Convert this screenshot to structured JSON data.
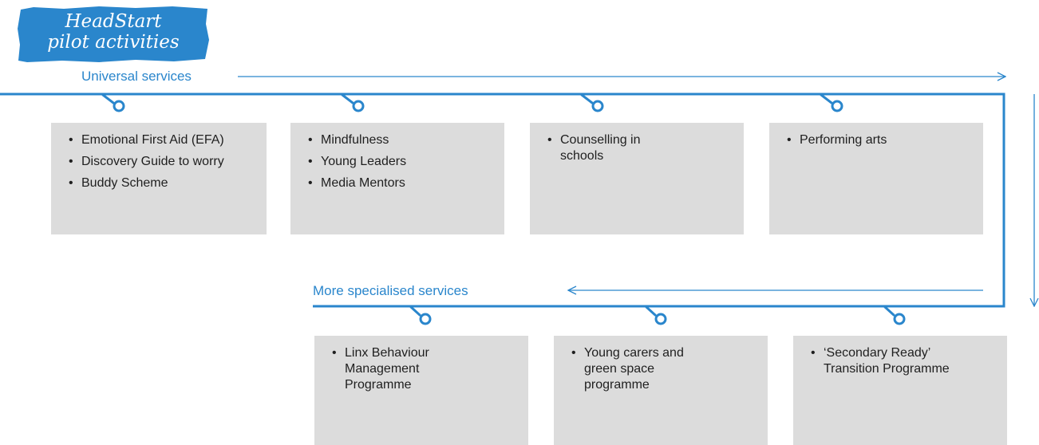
{
  "title": {
    "line1": "HeadStart",
    "line2": "pilot activities"
  },
  "colors": {
    "accent": "#2a86cc",
    "box": "#dcdcdc",
    "text": "#1f1f1f"
  },
  "tiers": {
    "universal": {
      "label": "Universal services",
      "boxes": [
        {
          "items": [
            "Emotional First Aid (EFA)",
            "Discovery Guide to worry",
            "Buddy Scheme"
          ]
        },
        {
          "items": [
            "Mindfulness",
            "Young Leaders",
            "Media Mentors"
          ]
        },
        {
          "items": [
            "Counselling in schools"
          ]
        },
        {
          "items": [
            "Performing arts"
          ]
        }
      ]
    },
    "specialised": {
      "label": "More specialised services",
      "boxes": [
        {
          "items": [
            "Linx Behaviour Management Programme"
          ]
        },
        {
          "items": [
            "Young carers and green space programme"
          ]
        },
        {
          "items": [
            "‘Secondary Ready’ Transition Programme"
          ]
        }
      ]
    }
  }
}
